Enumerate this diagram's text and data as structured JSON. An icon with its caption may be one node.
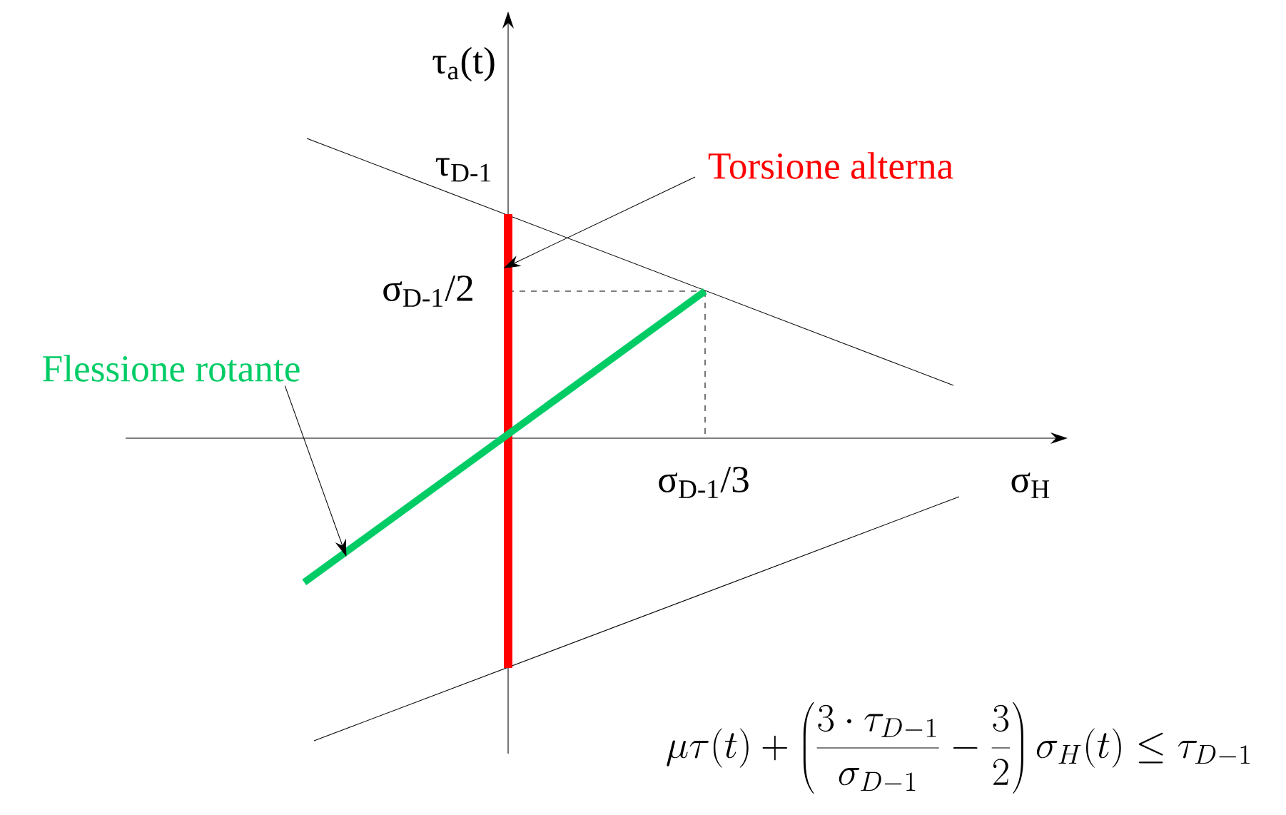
{
  "diagram": {
    "nodes": [
      {
        "text": [
          "Torsione alterna"
        ]
      },
      {
        "text": [],
        "shape": "bar"
      },
      {
        "text": [
          "Flessione rotante"
        ]
      },
      {
        "text": [],
        "shape": "bar"
      }
    ],
    "edges": [
      {
        "from": 0,
        "to": 1,
        "arrow": "to"
      },
      {
        "from": 2,
        "to": 3,
        "arrow": "to"
      }
    ],
    "labels": [
      "τ$_{a}$(t)",
      "τ$_{D-1}$",
      "σ$_{D-1}$/2",
      "σ$_{D-1}$/3",
      "σ$_{H}$",
      "\\mu\\tau(t)+\\left(\\frac{3\\cdot\\tau_{D-1}}{\\sigma_{D-1}}-\\frac{3}{2}\\right)\\sigma_H(t)\\le\\tau_{D-1}"
    ]
  }
}
